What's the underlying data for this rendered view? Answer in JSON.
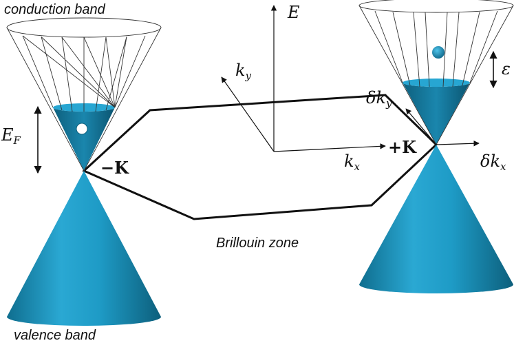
{
  "labels": {
    "conduction_band": "conduction band",
    "valence_band": "valence band",
    "brillouin_zone": "Brillouin zone",
    "energy_axis": "E",
    "kx_axis": {
      "base": "k",
      "sub": "x"
    },
    "ky_axis": {
      "base": "k",
      "sub": "y"
    },
    "fermi_energy": {
      "base": "E",
      "sub": "F"
    },
    "minus_K": "−K",
    "plus_K": "+K",
    "delta_kx": {
      "base": "δk",
      "sub": "x"
    },
    "delta_ky": {
      "base": "δk",
      "sub": "y"
    },
    "epsilon": "ε"
  },
  "colors": {
    "cone_fill": "#1e9bc6",
    "cone_dark": "#12708f",
    "line": "#111111",
    "cone_wire": "#333333"
  }
}
